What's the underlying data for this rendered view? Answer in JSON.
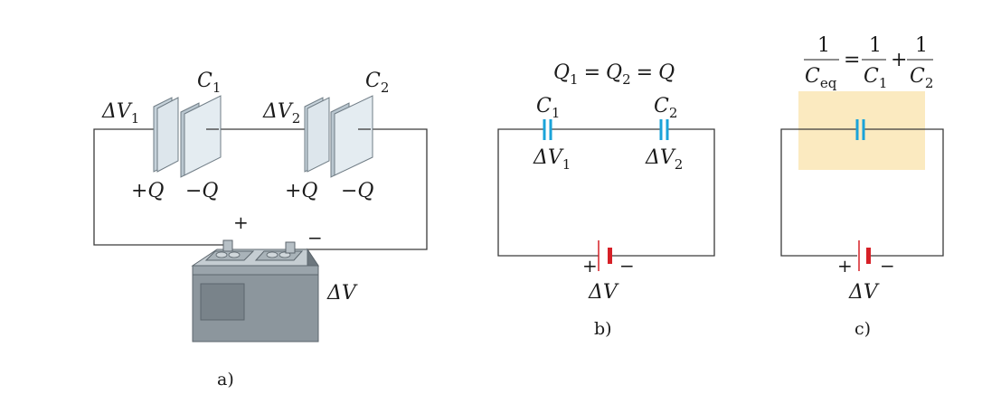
{
  "panel_a": {
    "caption": "a)",
    "dv1": {
      "base": "ΔV",
      "sub": "1"
    },
    "c1": {
      "base": "C",
      "sub": "1"
    },
    "dv2": {
      "base": "ΔV",
      "sub": "2"
    },
    "c2": {
      "base": "C",
      "sub": "2"
    },
    "plus_q_1": "+Q",
    "minus_q_1": "−Q",
    "plus_q_2": "+Q",
    "minus_q_2": "−Q",
    "battery_plus": "+",
    "battery_minus": "−",
    "battery_dv": "ΔV"
  },
  "panel_b": {
    "caption": "b)",
    "charge_eq": {
      "q1": "Q",
      "s1": "1",
      "eq1": "=",
      "q2": "Q",
      "s2": "2",
      "eq2": "=",
      "q": "Q"
    },
    "c1": {
      "base": "C",
      "sub": "1"
    },
    "c2": {
      "base": "C",
      "sub": "2"
    },
    "dv1": {
      "base": "ΔV",
      "sub": "1"
    },
    "dv2": {
      "base": "ΔV",
      "sub": "2"
    },
    "battery_plus": "+",
    "battery_minus": "−",
    "battery_dv": "ΔV"
  },
  "panel_c": {
    "caption": "c)",
    "formula": {
      "num1": "1",
      "den1": "C",
      "den1_sub": "eq",
      "eq": "=",
      "num2": "1",
      "den2": "C",
      "den2_sub": "1",
      "plus": "+",
      "num3": "1",
      "den3": "C",
      "den3_sub": "2"
    },
    "battery_plus": "+",
    "battery_minus": "−",
    "battery_dv": "ΔV"
  },
  "colors": {
    "wire": "#3a3a3a",
    "capacitor": "#1aa3d9",
    "battery_terminal": "#d62027",
    "highlight": "#fbeac0",
    "plate_front": "#dde6ec",
    "battery_body": "#8c969d"
  }
}
